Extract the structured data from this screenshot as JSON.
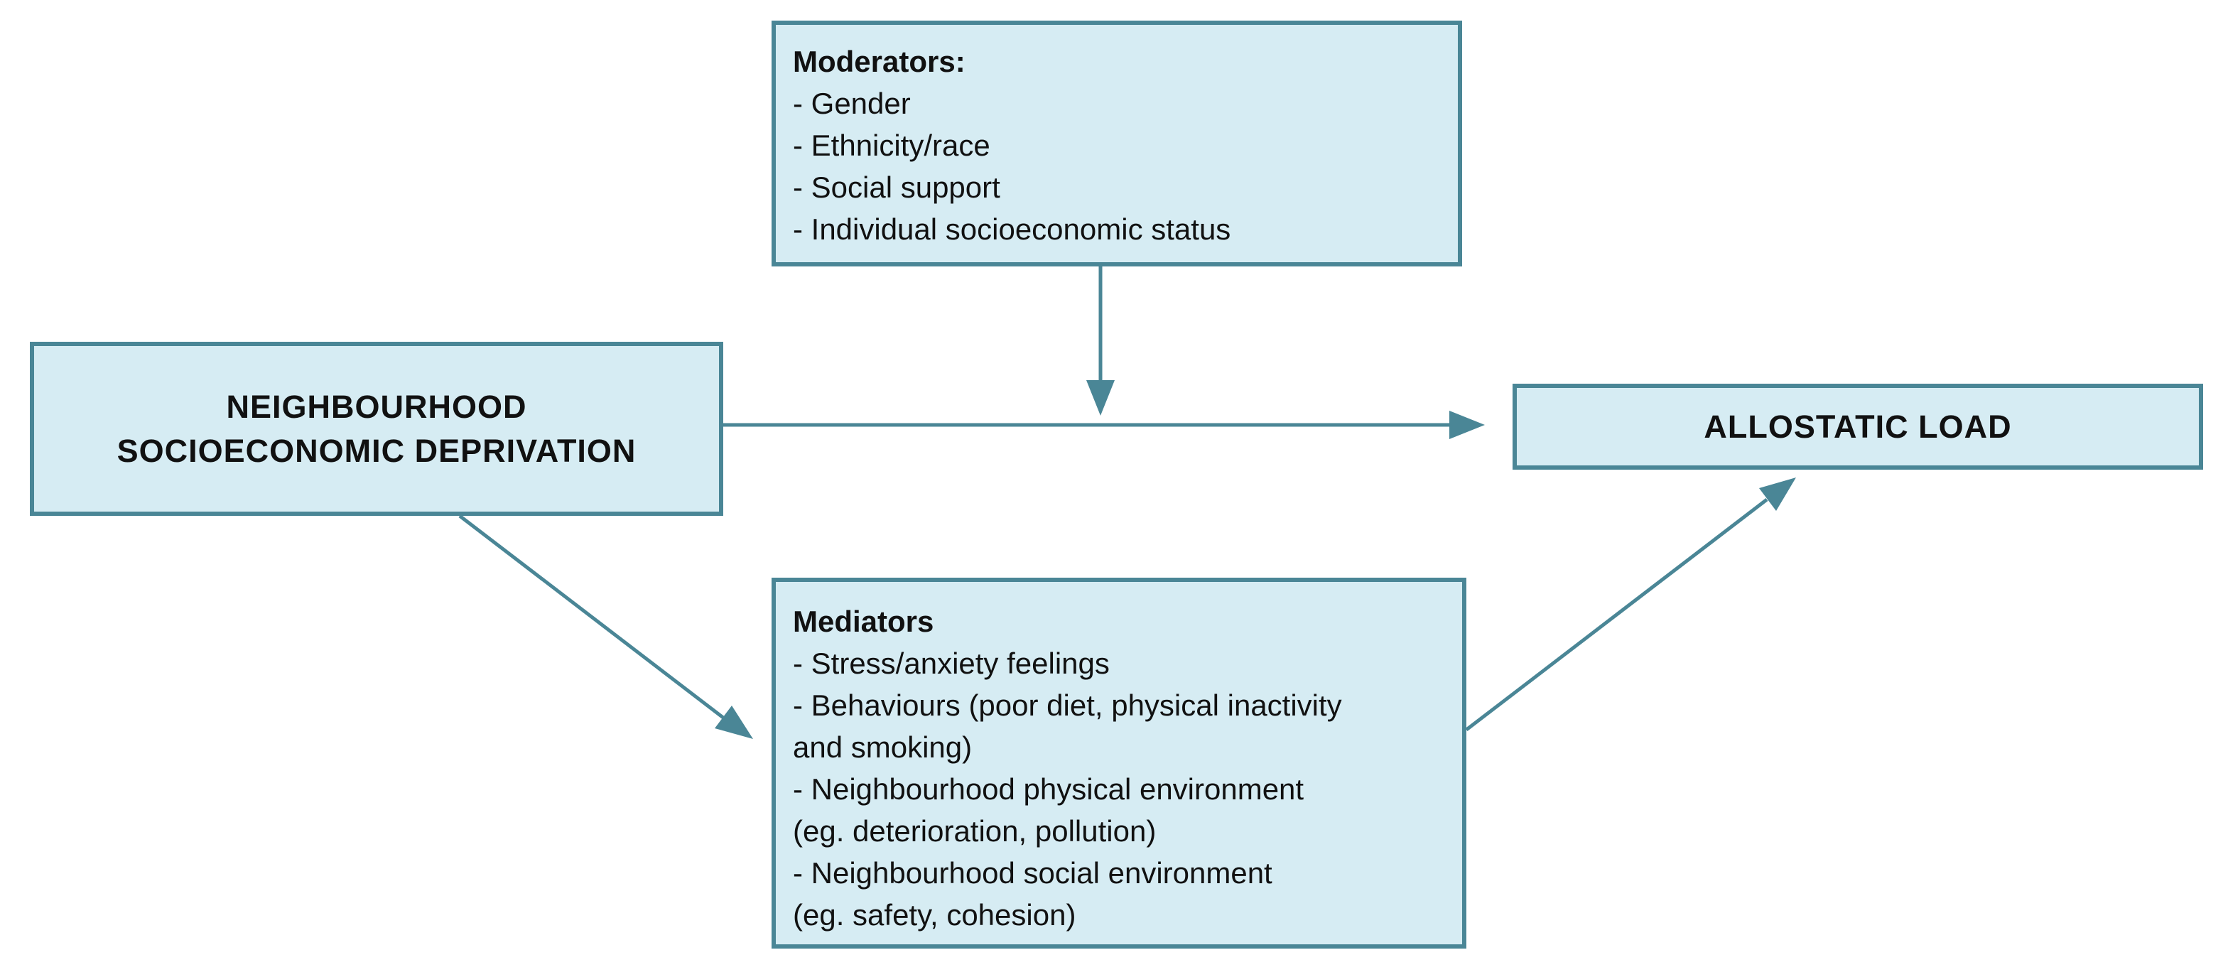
{
  "exposure": {
    "line1": "NEIGHBOURHOOD",
    "line2": "SOCIOECONOMIC DEPRIVATION"
  },
  "outcome": {
    "label": "ALLOSTATIC LOAD"
  },
  "moderators": {
    "heading": "Moderators:",
    "items": [
      "- Gender",
      "- Ethnicity/race",
      "- Social support",
      "- Individual socioeconomic status"
    ]
  },
  "mediators": {
    "heading": "Mediators",
    "items": [
      "- Stress/anxiety feelings",
      "- Behaviours (poor diet, physical inactivity\nand smoking)",
      "- Neighbourhood physical environment\n(eg. deterioration, pollution)",
      "- Neighbourhood social environment\n(eg. safety, cohesion)"
    ]
  },
  "colors": {
    "box_fill": "#d6ecf3",
    "box_border": "#4a8696",
    "arrow": "#4a8696",
    "text": "#111111"
  }
}
